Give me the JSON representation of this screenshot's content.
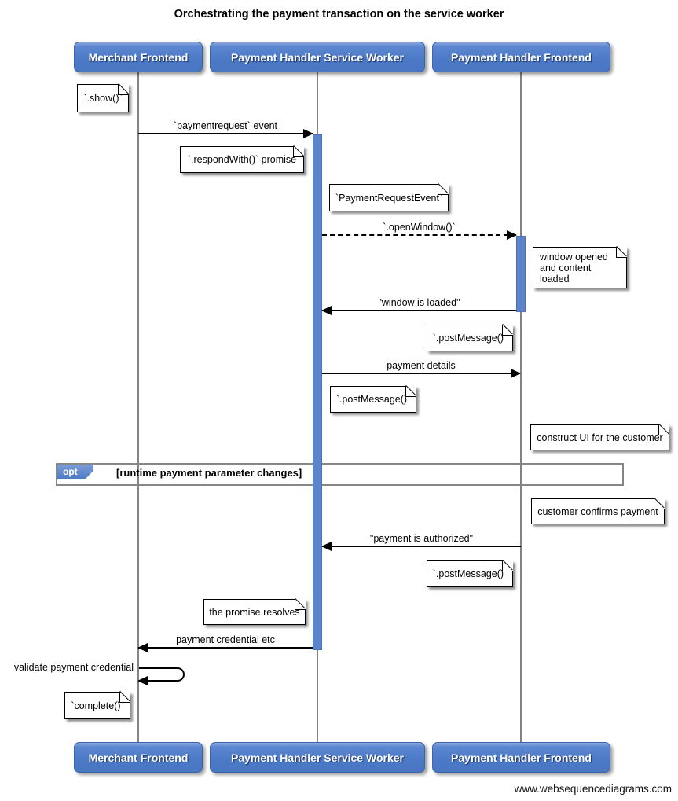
{
  "title": "Orchestrating the payment transaction on the service worker",
  "footer": "www.websequencediagrams.com",
  "colors": {
    "actor_fill": "#4b79c6",
    "actor_border": "#3a64ab",
    "actor_text": "#ffffff",
    "activation_fill": "#5b84cb",
    "activation_border": "#4a72b8",
    "lifeline": "#838383",
    "frame_border": "#868686",
    "arrow": "#000000",
    "note_fill": "#ffffff",
    "note_border": "#000000"
  },
  "actors": [
    {
      "label": "Merchant Frontend"
    },
    {
      "label": "Payment Handler Service Worker"
    },
    {
      "label": "Payment Handler Frontend"
    }
  ],
  "messages": [
    {
      "label": "`paymentrequest` event",
      "from": "Merchant Frontend",
      "to": "Payment Handler Service Worker",
      "line": "solid",
      "direction": "right"
    },
    {
      "label": "`.openWindow()`",
      "from": "Payment Handler Service Worker",
      "to": "Payment Handler Frontend",
      "line": "dashed",
      "direction": "right"
    },
    {
      "label": "\"window is loaded\"",
      "from": "Payment Handler Frontend",
      "to": "Payment Handler Service Worker",
      "line": "solid",
      "direction": "left"
    },
    {
      "label": "payment details",
      "from": "Payment Handler Service Worker",
      "to": "Payment Handler Frontend",
      "line": "solid",
      "direction": "right"
    },
    {
      "label": "\"payment is authorized\"",
      "from": "Payment Handler Frontend",
      "to": "Payment Handler Service Worker",
      "line": "solid",
      "direction": "left"
    },
    {
      "label": "payment credential etc",
      "from": "Payment Handler Service Worker",
      "to": "Merchant Frontend",
      "line": "solid",
      "direction": "left"
    },
    {
      "label": "validate payment credential",
      "from": "Merchant Frontend",
      "to": "Merchant Frontend",
      "line": "solid",
      "direction": "self"
    }
  ],
  "notes": [
    {
      "text": "`.show()`"
    },
    {
      "text": "`.respondWith()` promise"
    },
    {
      "text": "`PaymentRequestEvent`"
    },
    {
      "text": "window opened\nand content loaded"
    },
    {
      "text": "`.postMessage()`"
    },
    {
      "text": "`.postMessage()`"
    },
    {
      "text": "construct UI for the customer"
    },
    {
      "text": "customer confirms payment"
    },
    {
      "text": "`.postMessage()`"
    },
    {
      "text": "the promise resolves"
    },
    {
      "text": "`complete()`"
    }
  ],
  "fragment": {
    "keyword": "opt",
    "guard": "[runtime payment parameter changes]"
  }
}
